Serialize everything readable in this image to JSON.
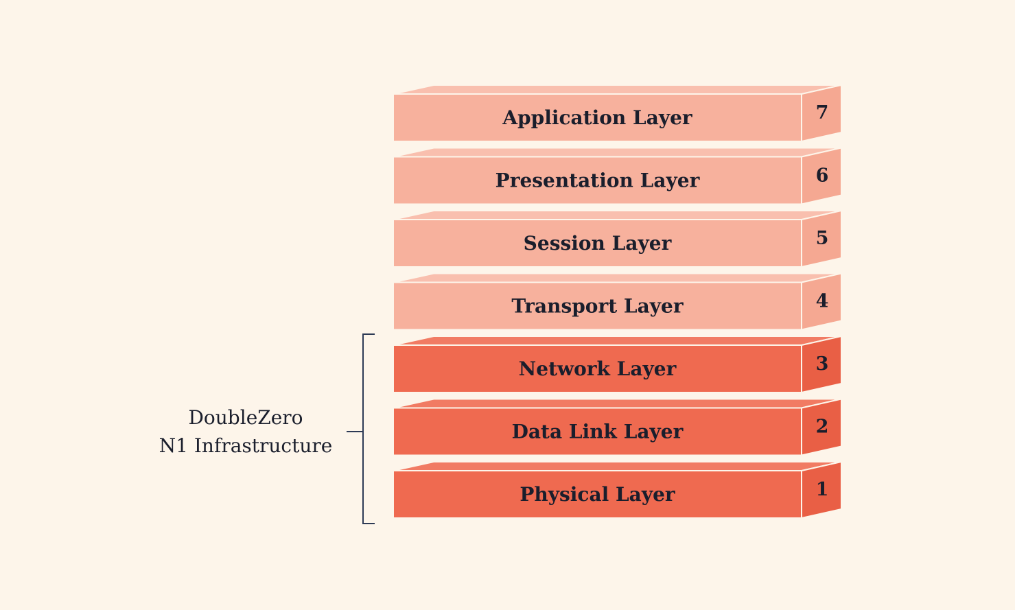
{
  "layers": [
    {
      "number": "7",
      "label": "Application Layer",
      "highlighted": false
    },
    {
      "number": "6",
      "label": "Presentation Layer",
      "highlighted": false
    },
    {
      "number": "5",
      "label": "Session Layer",
      "highlighted": false
    },
    {
      "number": "4",
      "label": "Transport Layer",
      "highlighted": false
    },
    {
      "number": "3",
      "label": "Network Layer",
      "highlighted": true
    },
    {
      "number": "2",
      "label": "Data Link Layer",
      "highlighted": true
    },
    {
      "number": "1",
      "label": "Physical Layer",
      "highlighted": true
    }
  ],
  "group": {
    "line1": "DoubleZero",
    "line2": "N1 Infrastructure"
  },
  "colors": {
    "background": "#fdf5ea",
    "light_face": "#f7b19d",
    "light_top": "#f9bfae",
    "light_side": "#f5a892",
    "dark_face": "#ef6a50",
    "dark_top": "#f17b63",
    "dark_side": "#e95f45",
    "edge": "#fdf5ea",
    "bracket": "#2d3a55",
    "text": "#1a1e2c"
  }
}
